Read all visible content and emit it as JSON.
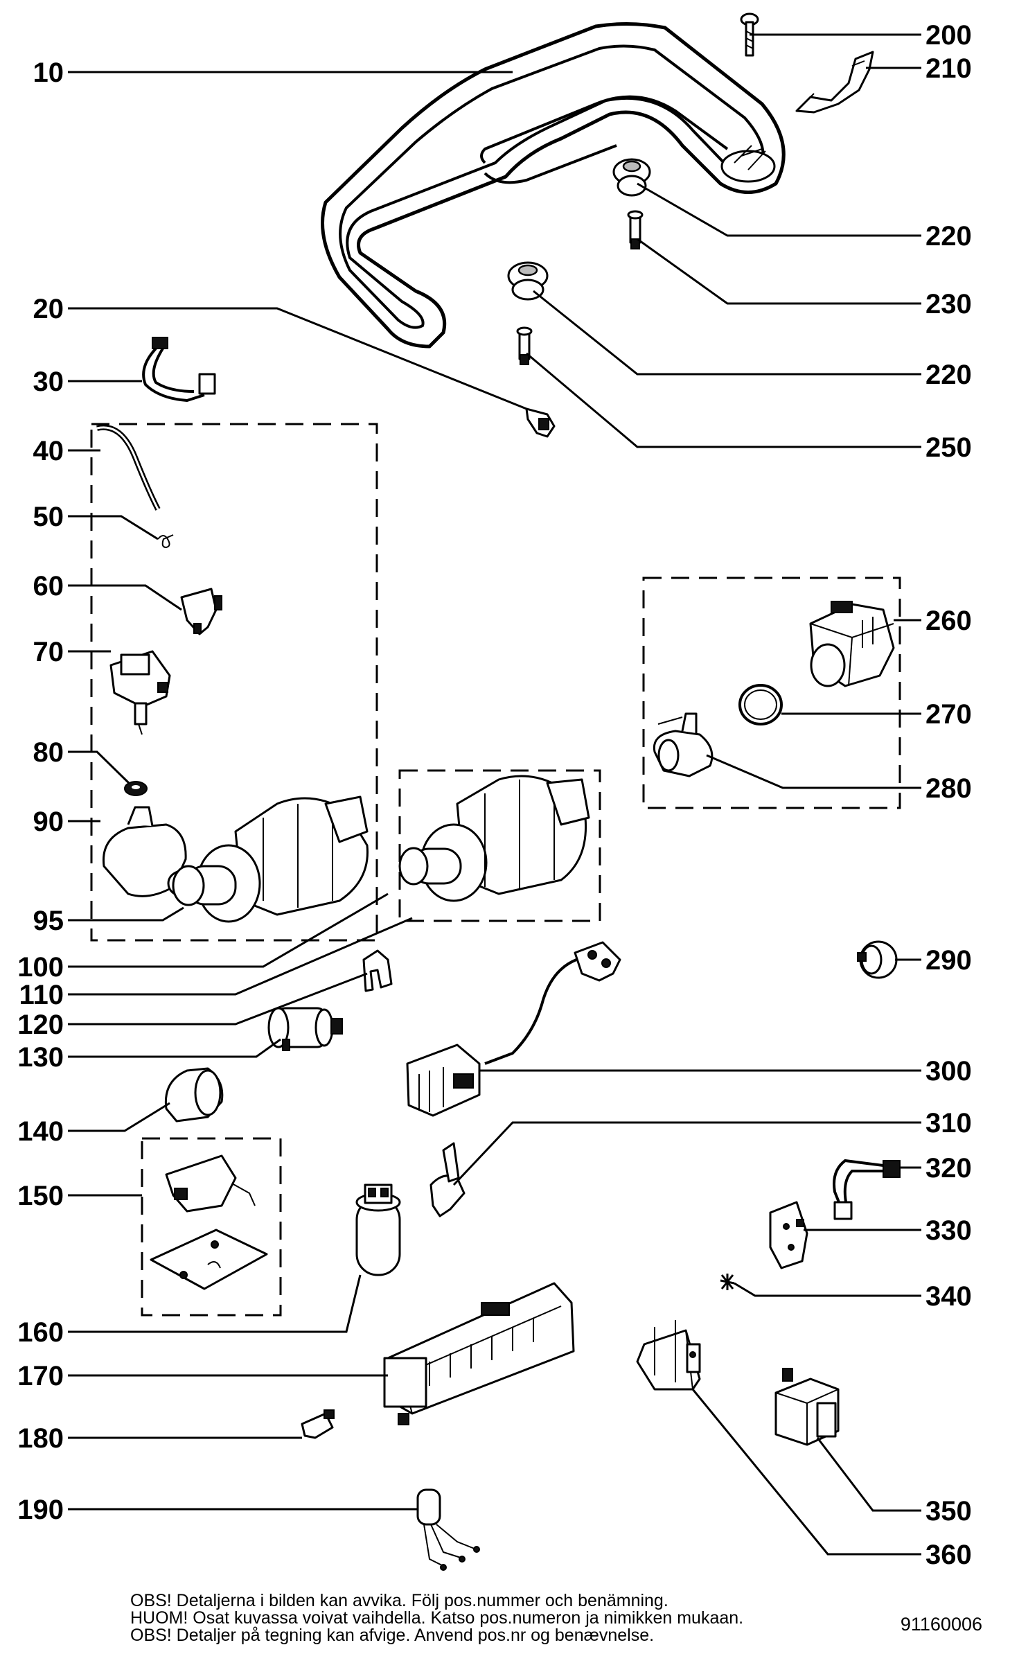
{
  "labels": {
    "p10": "10",
    "p20": "20",
    "p30": "30",
    "p40": "40",
    "p50": "50",
    "p60": "60",
    "p70": "70",
    "p80": "80",
    "p90": "90",
    "p95": "95",
    "p100": "100",
    "p110": "110",
    "p120": "120",
    "p130": "130",
    "p140": "140",
    "p150": "150",
    "p160": "160",
    "p170": "170",
    "p180": "180",
    "p190": "190",
    "p200": "200",
    "p210": "210",
    "p220a": "220",
    "p230": "230",
    "p220b": "220",
    "p250": "250",
    "p260": "260",
    "p270": "270",
    "p280": "280",
    "p290": "290",
    "p300": "300",
    "p310": "310",
    "p320": "320",
    "p330": "330",
    "p340": "340",
    "p350": "350",
    "p360": "360"
  },
  "footer": {
    "line1": "OBS! Detaljerna i bilden kan avvika. Följ pos.nummer och benämning.",
    "line2": "HUOM! Osat kuvassa voivat vaihdella. Katso pos.numeron ja nimikken mukaan.",
    "line3": "OBS! Detaljer på tegning kan afvige. Anvend pos.nr og benævnelse.",
    "docnum": "91160006"
  }
}
